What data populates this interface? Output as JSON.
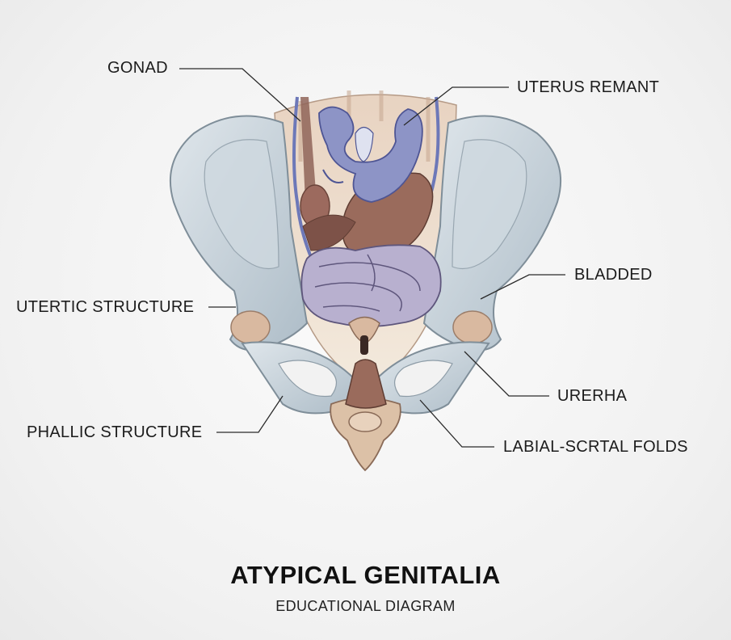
{
  "diagram": {
    "labels": {
      "gonad": "GONAD",
      "uterus_remnant": "UTERUS REMANT",
      "bladder": "BLADDED",
      "ureteric_structure": "UTERTIC STRUCTURE",
      "urethra": "URERHA",
      "phallic_structure": "PHALLIC STRUCTURE",
      "labioscrotal_folds": "LABIAL-SCRTAL FOLDS"
    },
    "title": "ATYPICAL GENITALIA",
    "subtitle": "EDUCATIONAL DIAGRAM"
  },
  "colors": {
    "bone": "#b9c7d1",
    "bone_light": "#dfe6eb",
    "bone_outline": "#7f8e99",
    "cartilage": "#d9b9a0",
    "muscle": "#8f6458",
    "organ_purple": "#a8a2c4",
    "uterus_blue": "#8d94c6",
    "tissue_cream": "#ede0cf",
    "vessel": "#6d78b8",
    "leader_line": "#2a2a2a"
  }
}
